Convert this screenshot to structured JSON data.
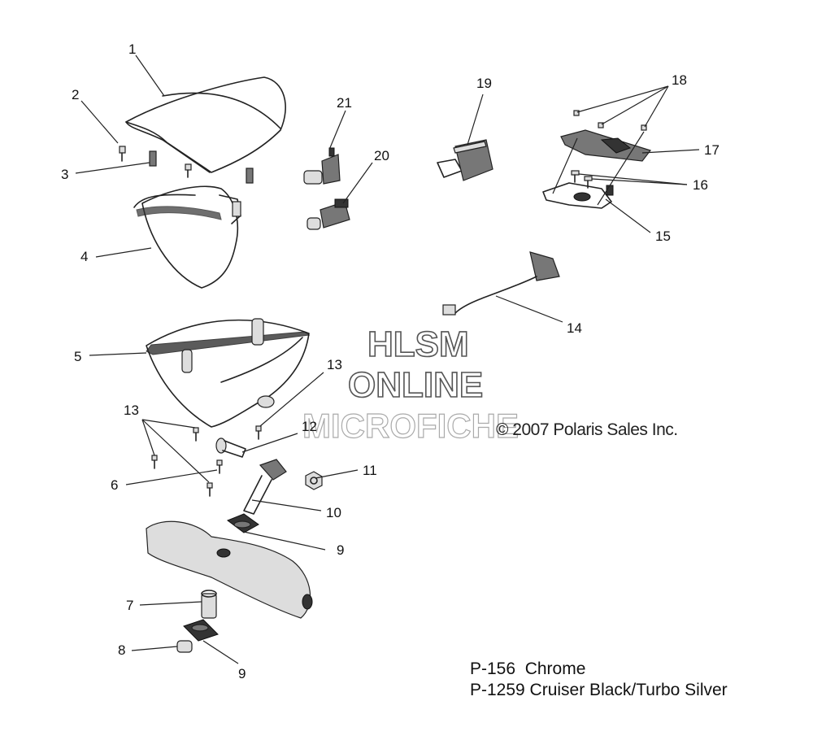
{
  "watermark": {
    "line1": "HLSM",
    "line2": "ONLINE",
    "line3": "MICROFICHE"
  },
  "copyright": "© 2007 Polaris Sales Inc.",
  "captions": [
    "P-156  Chrome",
    "P-1259 Cruiser Black/Turbo Silver"
  ],
  "callouts": [
    "1",
    "2",
    "3",
    "4",
    "5",
    "6",
    "7",
    "8",
    "9",
    "9",
    "10",
    "11",
    "12",
    "13",
    "13",
    "14",
    "15",
    "16",
    "17",
    "18",
    "19",
    "20",
    "21"
  ]
}
